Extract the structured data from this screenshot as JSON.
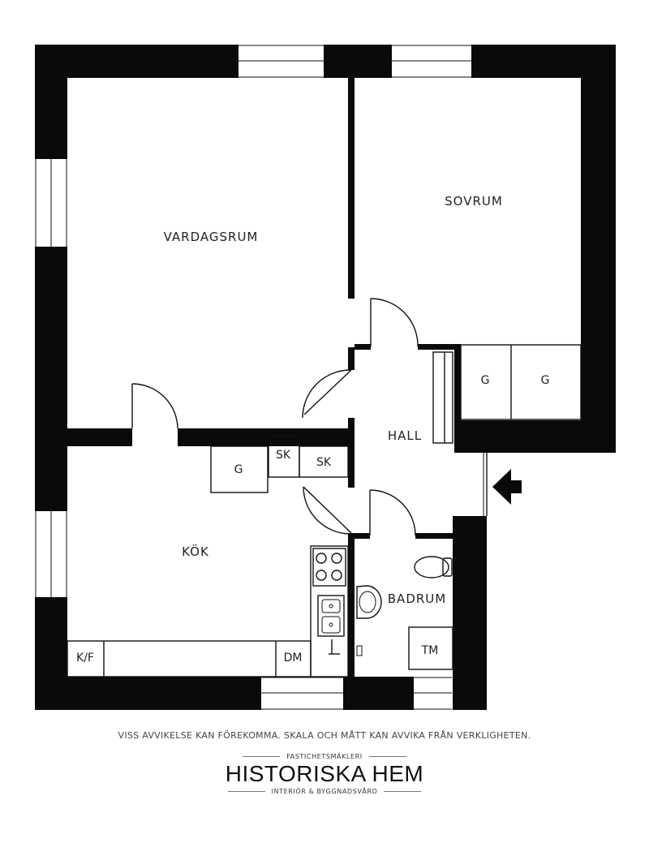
{
  "rooms": {
    "vardagsrum": "VARDAGSRUM",
    "sovrum": "SOVRUM",
    "hall": "HALL",
    "kok": "KÖK",
    "badrum": "BADRUM"
  },
  "fixtures": {
    "g_sovrum_1": "G",
    "g_sovrum_2": "G",
    "g_kok": "G",
    "sk_1": "SK",
    "sk_2": "SK",
    "kf": "K/F",
    "dm": "DM",
    "tm": "TM"
  },
  "disclaimer": "VISS AVVIKELSE KAN FÖREKOMMA. SKALA OCH MÅTT KAN AVVIKA FRÅN VERKLIGHETEN.",
  "logo": {
    "top": "FASTICHETSMÄKLERI",
    "name": "HISTORISKA HEM",
    "bottom": "INTERIÖR & BYGGNADSVÅRD"
  },
  "colors": {
    "wall": "#0a0a0a",
    "background": "#ffffff"
  },
  "icons": {
    "entrance": "entrance-arrow-icon"
  }
}
